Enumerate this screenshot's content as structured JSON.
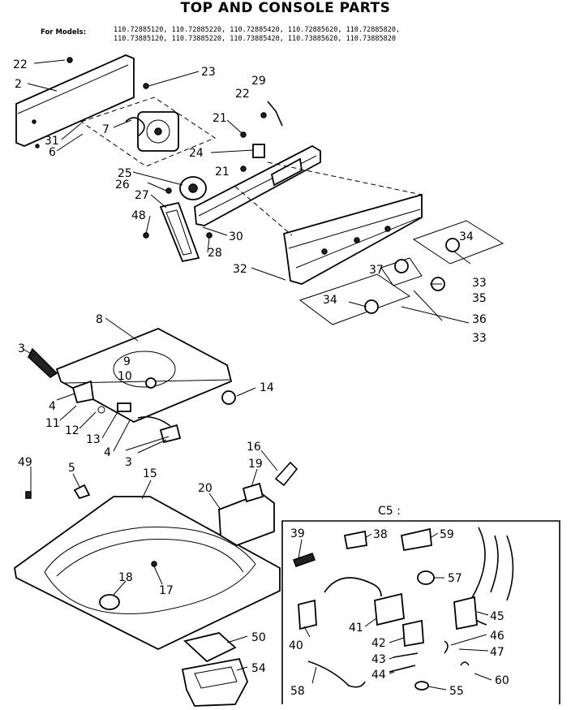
{
  "title": "TOP AND CONSOLE PARTS",
  "models": {
    "label": "For Models:",
    "line1": "110.72885120, 110.72885220, 110.72885420, 110.72885620, 110.72885820,",
    "line2": "110.73885120, 110.73885220, 110.73885420, 110.73885620, 110.73885820"
  },
  "inset_label": "C5 :",
  "callouts": {
    "c2": "2",
    "c3a": "3",
    "c3b": "3",
    "c4a": "4",
    "c4b": "4",
    "c5": "5",
    "c6": "6",
    "c7": "7",
    "c8": "8",
    "c9": "9",
    "c10": "10",
    "c11": "11",
    "c12": "12",
    "c13": "13",
    "c14": "14",
    "c15": "15",
    "c16": "16",
    "c17": "17",
    "c18": "18",
    "c19": "19",
    "c20": "20",
    "c21a": "21",
    "c21b": "21",
    "c22a": "22",
    "c22b": "22",
    "c23": "23",
    "c24": "24",
    "c25": "25",
    "c26": "26",
    "c27": "27",
    "c28": "28",
    "c29": "29",
    "c30": "30",
    "c31": "31",
    "c32": "32",
    "c33a": "33",
    "c33b": "33",
    "c34a": "34",
    "c34b": "34",
    "c35": "35",
    "c36": "36",
    "c37": "37",
    "c38": "38",
    "c39": "39",
    "c40": "40",
    "c41": "41",
    "c42": "42",
    "c43": "43",
    "c44": "44",
    "c45": "45",
    "c46": "46",
    "c47": "47",
    "c48": "48",
    "c49": "49",
    "c50": "50",
    "c54": "54",
    "c55": "55",
    "c57": "57",
    "c58": "58",
    "c59": "59",
    "c60": "60"
  }
}
